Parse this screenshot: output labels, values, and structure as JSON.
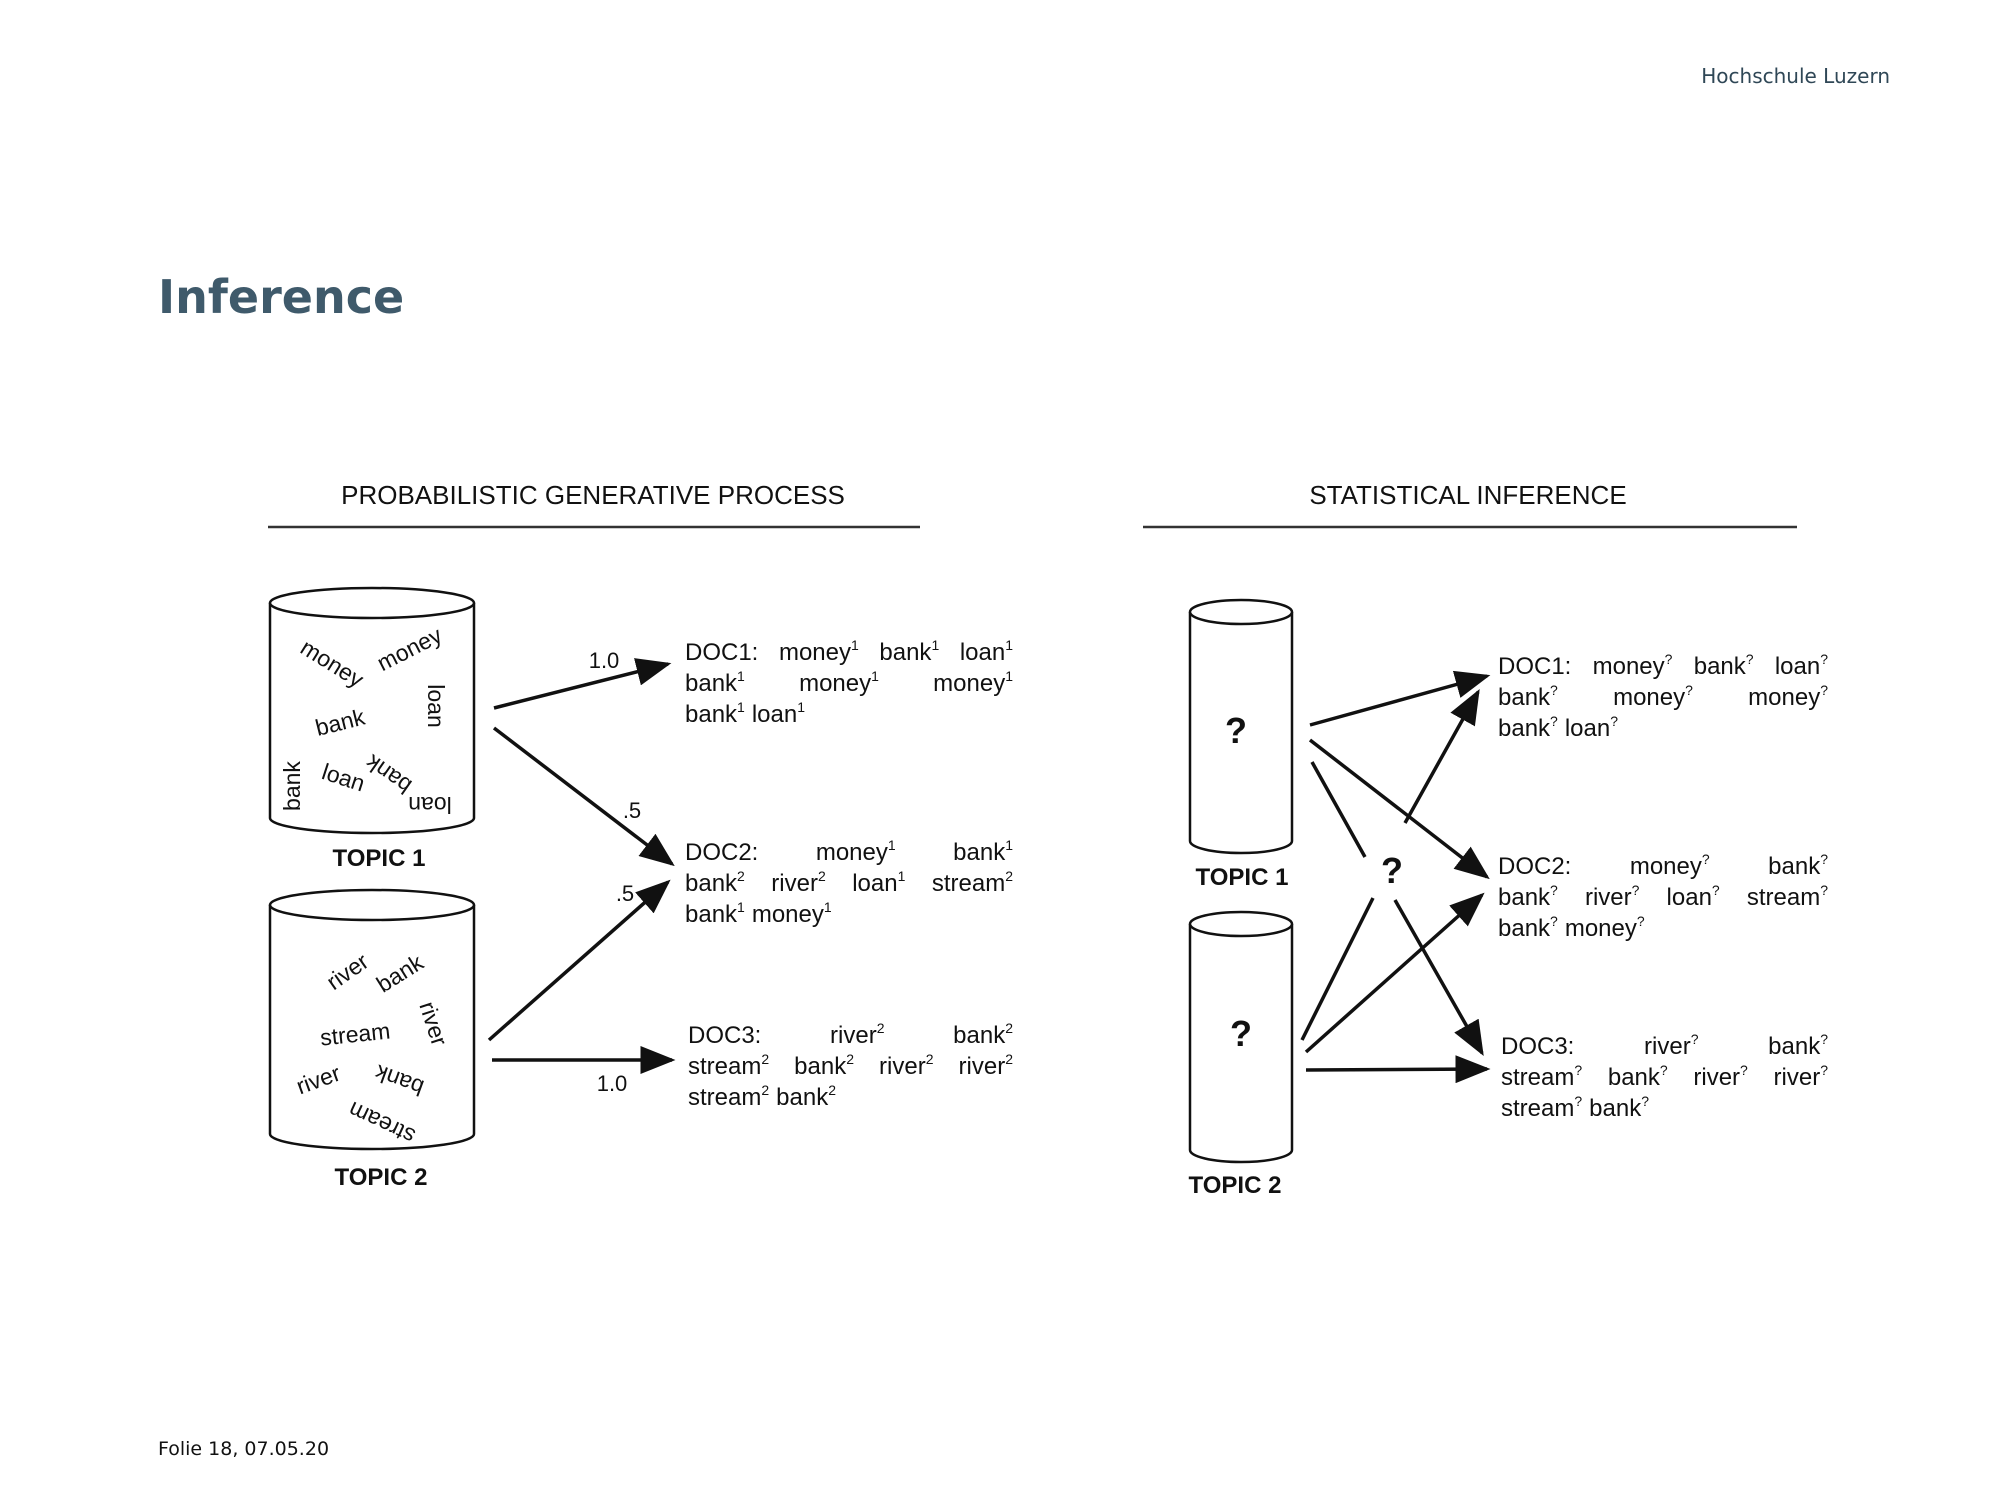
{
  "header": {
    "brand": "Hochschule Luzern"
  },
  "slide": {
    "title": "Inference"
  },
  "footer": {
    "text": "Folie  18, 07.05.20"
  },
  "left_panel": {
    "heading": "PROBABILISTIC GENERATIVE PROCESS",
    "topic1": {
      "label": "TOPIC 1",
      "words": [
        "money",
        "money",
        "loan",
        "bank",
        "bank",
        "loan",
        "bank",
        "loan"
      ]
    },
    "topic2": {
      "label": "TOPIC 2",
      "words": [
        "river",
        "bank",
        "river",
        "stream",
        "river",
        "bank",
        "stream"
      ]
    },
    "edge_labels": {
      "t1_doc1": "1.0",
      "t1_doc2": ".5",
      "t2_doc2": ".5",
      "t2_doc3": "1.0"
    },
    "docs": [
      {
        "lines": [
          [
            [
              "DOC1:",
              ""
            ],
            [
              "money",
              "1"
            ],
            [
              "bank",
              "1"
            ],
            [
              "loan",
              "1"
            ]
          ],
          [
            [
              "bank",
              "1"
            ],
            [
              "money",
              "1"
            ],
            [
              "money",
              "1"
            ]
          ],
          [
            [
              "bank",
              "1"
            ],
            [
              "loan",
              "1"
            ]
          ]
        ]
      },
      {
        "lines": [
          [
            [
              "DOC2:",
              ""
            ],
            [
              "money",
              "1"
            ],
            [
              "bank",
              "1"
            ]
          ],
          [
            [
              "bank",
              "2"
            ],
            [
              "river",
              "2"
            ],
            [
              "loan",
              "1"
            ],
            [
              "stream",
              "2"
            ]
          ],
          [
            [
              "bank",
              "1"
            ],
            [
              "money",
              "1"
            ]
          ]
        ]
      },
      {
        "lines": [
          [
            [
              "DOC3:",
              ""
            ],
            [
              "river",
              "2"
            ],
            [
              "bank",
              "2"
            ]
          ],
          [
            [
              "stream",
              "2"
            ],
            [
              "bank",
              "2"
            ],
            [
              "river",
              "2"
            ],
            [
              "river",
              "2"
            ]
          ],
          [
            [
              "stream",
              "2"
            ],
            [
              "bank",
              "2"
            ]
          ]
        ]
      }
    ]
  },
  "right_panel": {
    "heading": "STATISTICAL INFERENCE",
    "topic1": {
      "label": "TOPIC 1",
      "mark": "?"
    },
    "topic2": {
      "label": "TOPIC 2",
      "mark": "?"
    },
    "center_mark": "?",
    "docs": [
      {
        "lines": [
          [
            [
              "DOC1:",
              ""
            ],
            [
              "money",
              "?"
            ],
            [
              "bank",
              "?"
            ],
            [
              "loan",
              "?"
            ]
          ],
          [
            [
              "bank",
              "?"
            ],
            [
              "money",
              "?"
            ],
            [
              "money",
              "?"
            ]
          ],
          [
            [
              "bank",
              "?"
            ],
            [
              "loan",
              "?"
            ]
          ]
        ]
      },
      {
        "lines": [
          [
            [
              "DOC2:",
              ""
            ],
            [
              "money",
              "?"
            ],
            [
              "bank",
              "?"
            ]
          ],
          [
            [
              "bank",
              "?"
            ],
            [
              "river",
              "?"
            ],
            [
              "loan",
              "?"
            ],
            [
              "stream",
              "?"
            ]
          ],
          [
            [
              "bank",
              "?"
            ],
            [
              "money",
              "?"
            ]
          ]
        ]
      },
      {
        "lines": [
          [
            [
              "DOC3:",
              ""
            ],
            [
              "river",
              "?"
            ],
            [
              "bank",
              "?"
            ]
          ],
          [
            [
              "stream",
              "?"
            ],
            [
              "bank",
              "?"
            ],
            [
              "river",
              "?"
            ],
            [
              "river",
              "?"
            ]
          ],
          [
            [
              "stream",
              "?"
            ],
            [
              "bank",
              "?"
            ]
          ]
        ]
      }
    ]
  }
}
